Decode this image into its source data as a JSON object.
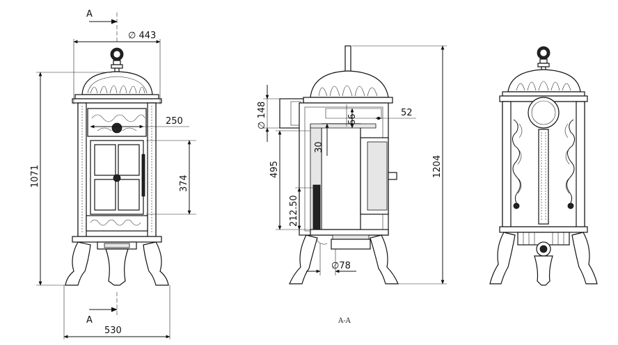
{
  "section_marker": "A",
  "section_title": "A-A",
  "dimensions": {
    "diameter_top": "∅ 443",
    "width_250": "250",
    "height_374": "374",
    "height_1071": "1071",
    "width_530": "530",
    "diameter_148": "∅ 148",
    "dim_52": "52",
    "dim_66": "66",
    "dim_30": "30",
    "dim_495": "495",
    "dim_212": "212.50",
    "diameter_78": "∅78",
    "height_1204": "1204"
  }
}
